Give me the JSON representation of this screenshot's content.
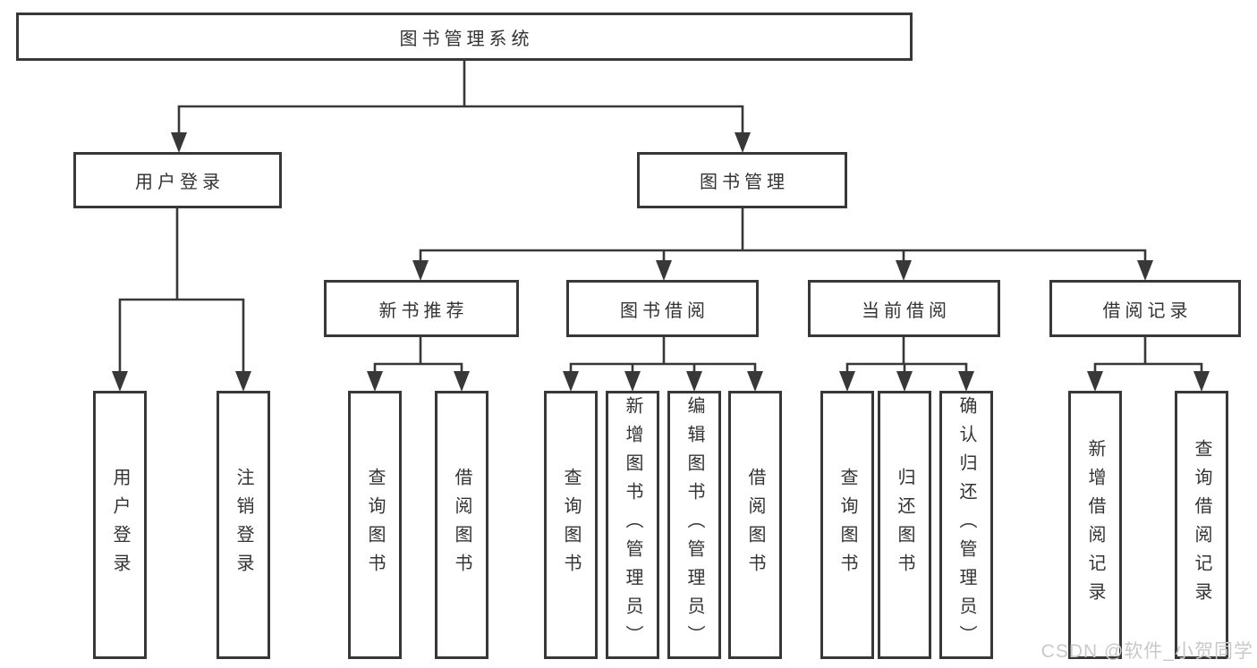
{
  "diagram_type": "hierarchy-tree",
  "nodes": {
    "root": "图书管理系统",
    "user_login": "用户登录",
    "book_management": "图书管理",
    "login": "用户登录",
    "logout": "注销登录",
    "new_book_recommendation": "新书推荐",
    "book_borrowing": "图书借阅",
    "current_borrowing": "当前借阅",
    "borrow_records": "借阅记录",
    "nbr_query_books": "查询图书",
    "nbr_borrow_books": "借阅图书",
    "bb_query_books": "查询图书",
    "bb_add_book": "新增图书（管理员）",
    "bb_edit_book": "编辑图书（管理员）",
    "bb_borrow_books": "借阅图书",
    "cb_query_books": "查询图书",
    "cb_return_books": "归还图书",
    "cb_confirm_return": "确认归还（管理员）",
    "br_add_record": "新增借阅记录",
    "br_query_record": "查询借阅记录"
  },
  "edges": [
    [
      "root",
      "user_login"
    ],
    [
      "root",
      "book_management"
    ],
    [
      "user_login",
      "login"
    ],
    [
      "user_login",
      "logout"
    ],
    [
      "book_management",
      "new_book_recommendation"
    ],
    [
      "book_management",
      "book_borrowing"
    ],
    [
      "book_management",
      "current_borrowing"
    ],
    [
      "book_management",
      "borrow_records"
    ],
    [
      "new_book_recommendation",
      "nbr_query_books"
    ],
    [
      "new_book_recommendation",
      "nbr_borrow_books"
    ],
    [
      "book_borrowing",
      "bb_query_books"
    ],
    [
      "book_borrowing",
      "bb_add_book"
    ],
    [
      "book_borrowing",
      "bb_edit_book"
    ],
    [
      "book_borrowing",
      "bb_borrow_books"
    ],
    [
      "current_borrowing",
      "cb_query_books"
    ],
    [
      "current_borrowing",
      "cb_return_books"
    ],
    [
      "current_borrowing",
      "cb_confirm_return"
    ],
    [
      "borrow_records",
      "br_add_record"
    ],
    [
      "borrow_records",
      "br_query_record"
    ]
  ],
  "watermark": "CSDN @软件_小贺同学",
  "colors": {
    "line": "#383838",
    "text": "#333333",
    "box_background": "#ffffff",
    "watermark": "#c9c9c9",
    "page_background": "#ffffff"
  }
}
